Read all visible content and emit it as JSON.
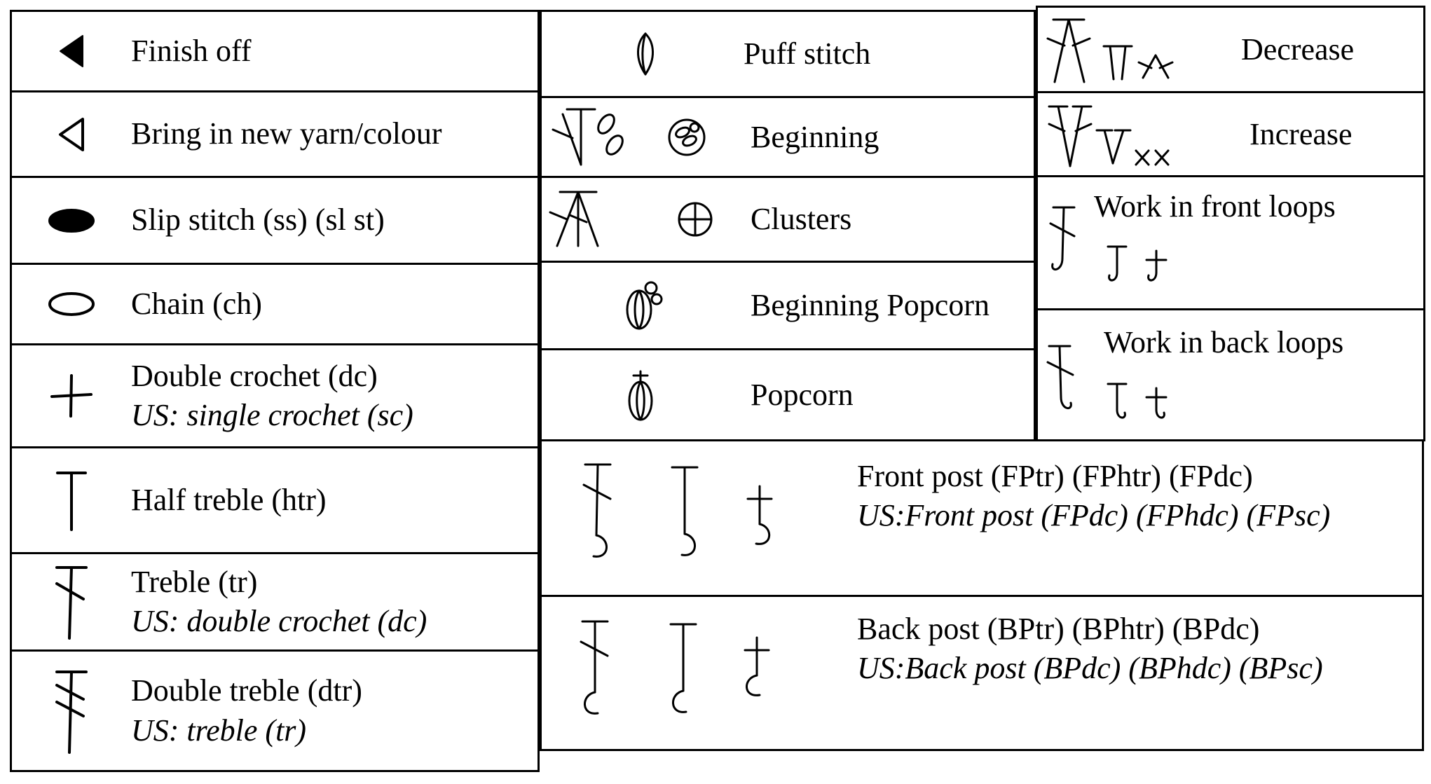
{
  "left": {
    "rows": [
      {
        "symbol": "finish-off-icon",
        "label": "Finish off"
      },
      {
        "symbol": "new-yarn-icon",
        "label": "Bring in new yarn/colour"
      },
      {
        "symbol": "slip-stitch-icon",
        "label": "Slip stitch (ss) (sl st)"
      },
      {
        "symbol": "chain-icon",
        "label": "Chain (ch)"
      },
      {
        "symbol": "double-crochet-icon",
        "label": "Double crochet (dc)",
        "us": "US: single crochet (sc)"
      },
      {
        "symbol": "half-treble-icon",
        "label": "Half treble (htr)"
      },
      {
        "symbol": "treble-icon",
        "label": "Treble (tr)",
        "us": "US: double crochet (dc)"
      },
      {
        "symbol": "double-treble-icon",
        "label": "Double treble (dtr)",
        "us": "US: treble (tr)"
      }
    ]
  },
  "middle": {
    "rows": [
      {
        "symbol": "puff-stitch-icon",
        "label": "Puff stitch"
      },
      {
        "symbol": "beginning-icons",
        "label": "Beginning"
      },
      {
        "symbol": "clusters-icons",
        "label": "Clusters"
      },
      {
        "symbol": "beginning-popcorn-icon",
        "label": "Beginning Popcorn"
      },
      {
        "symbol": "popcorn-icon",
        "label": "Popcorn"
      }
    ]
  },
  "right": {
    "rows": [
      {
        "symbol": "decrease-icons",
        "label": "Decrease"
      },
      {
        "symbol": "increase-icons",
        "label": "Increase"
      },
      {
        "symbol": "front-loops-icons",
        "label": "Work in front loops"
      },
      {
        "symbol": "back-loops-icons",
        "label": "Work in back loops"
      }
    ]
  },
  "posts": [
    {
      "symbol": "front-post-icons",
      "label": "Front post (FPtr) (FPhtr) (FPdc)",
      "us": "US:Front post (FPdc) (FPhdc) (FPsc)"
    },
    {
      "symbol": "back-post-icons",
      "label": "Back post (BPtr) (BPhtr) (BPdc)",
      "us": "US:Back post (BPdc) (BPhdc) (BPsc)"
    }
  ],
  "colors": {
    "ink": "#000000",
    "background": "#ffffff"
  }
}
